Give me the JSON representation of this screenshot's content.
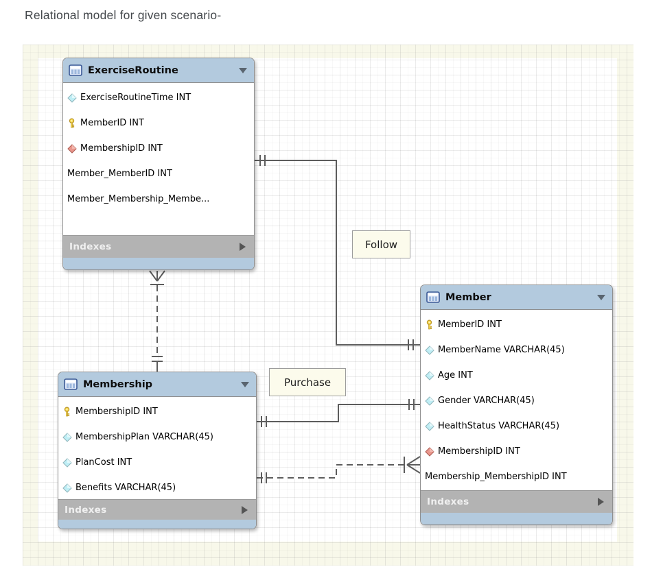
{
  "page": {
    "title": "Relational model for given scenario-"
  },
  "labels": {
    "indexes": "Indexes"
  },
  "colors": {
    "table_header": "#b3cade",
    "table_border": "#8f8f8f",
    "indexes_bar": "#b3b3b3",
    "connector_line": "#5c5c5c",
    "relationship_label_bg": "#fcfbec",
    "primary_key_icon": "#f7d94c",
    "attribute_icon": "#bfeef5",
    "foreign_key_icon": "#ea968c"
  },
  "tables": [
    {
      "id": "exerciseroutine",
      "name": "ExerciseRoutine",
      "columns": [
        {
          "icon": "diamond",
          "text": "ExerciseRoutineTime INT"
        },
        {
          "icon": "key",
          "text": "MemberID INT"
        },
        {
          "icon": "diamond-fk",
          "text": "MembershipID INT"
        },
        {
          "icon": "none",
          "text": "Member_MemberID INT"
        },
        {
          "icon": "none",
          "text": "Member_Membership_Membe..."
        }
      ]
    },
    {
      "id": "member",
      "name": "Member",
      "columns": [
        {
          "icon": "key",
          "text": "MemberID INT"
        },
        {
          "icon": "diamond",
          "text": "MemberName VARCHAR(45)"
        },
        {
          "icon": "diamond",
          "text": "Age INT"
        },
        {
          "icon": "diamond",
          "text": "Gender VARCHAR(45)"
        },
        {
          "icon": "diamond",
          "text": "HealthStatus VARCHAR(45)"
        },
        {
          "icon": "diamond-fk",
          "text": "MembershipID INT"
        },
        {
          "icon": "none",
          "text": "Membership_MembershipID INT"
        }
      ]
    },
    {
      "id": "membership",
      "name": "Membership",
      "columns": [
        {
          "icon": "key",
          "text": "MembershipID INT"
        },
        {
          "icon": "diamond",
          "text": "MembershipPlan VARCHAR(45)"
        },
        {
          "icon": "diamond",
          "text": "PlanCost INT"
        },
        {
          "icon": "diamond",
          "text": "Benefits VARCHAR(45)"
        }
      ]
    }
  ],
  "relationships": [
    {
      "label": "Follow",
      "from": "ExerciseRoutine",
      "to": "Member",
      "line": "solid",
      "from_end": "one-exactly",
      "to_end": "one-exactly"
    },
    {
      "label": "Purchase",
      "from": "Membership",
      "to": "Member",
      "line": "solid",
      "from_end": "one-exactly",
      "to_end": "one-exactly"
    },
    {
      "label": "",
      "from": "Membership",
      "to": "ExerciseRoutine",
      "line": "dashed",
      "from_end": "one-exactly",
      "to_end": "many"
    },
    {
      "label": "",
      "from": "Membership",
      "to": "Member",
      "line": "dashed",
      "from_end": "one-exactly",
      "to_end": "many"
    }
  ]
}
